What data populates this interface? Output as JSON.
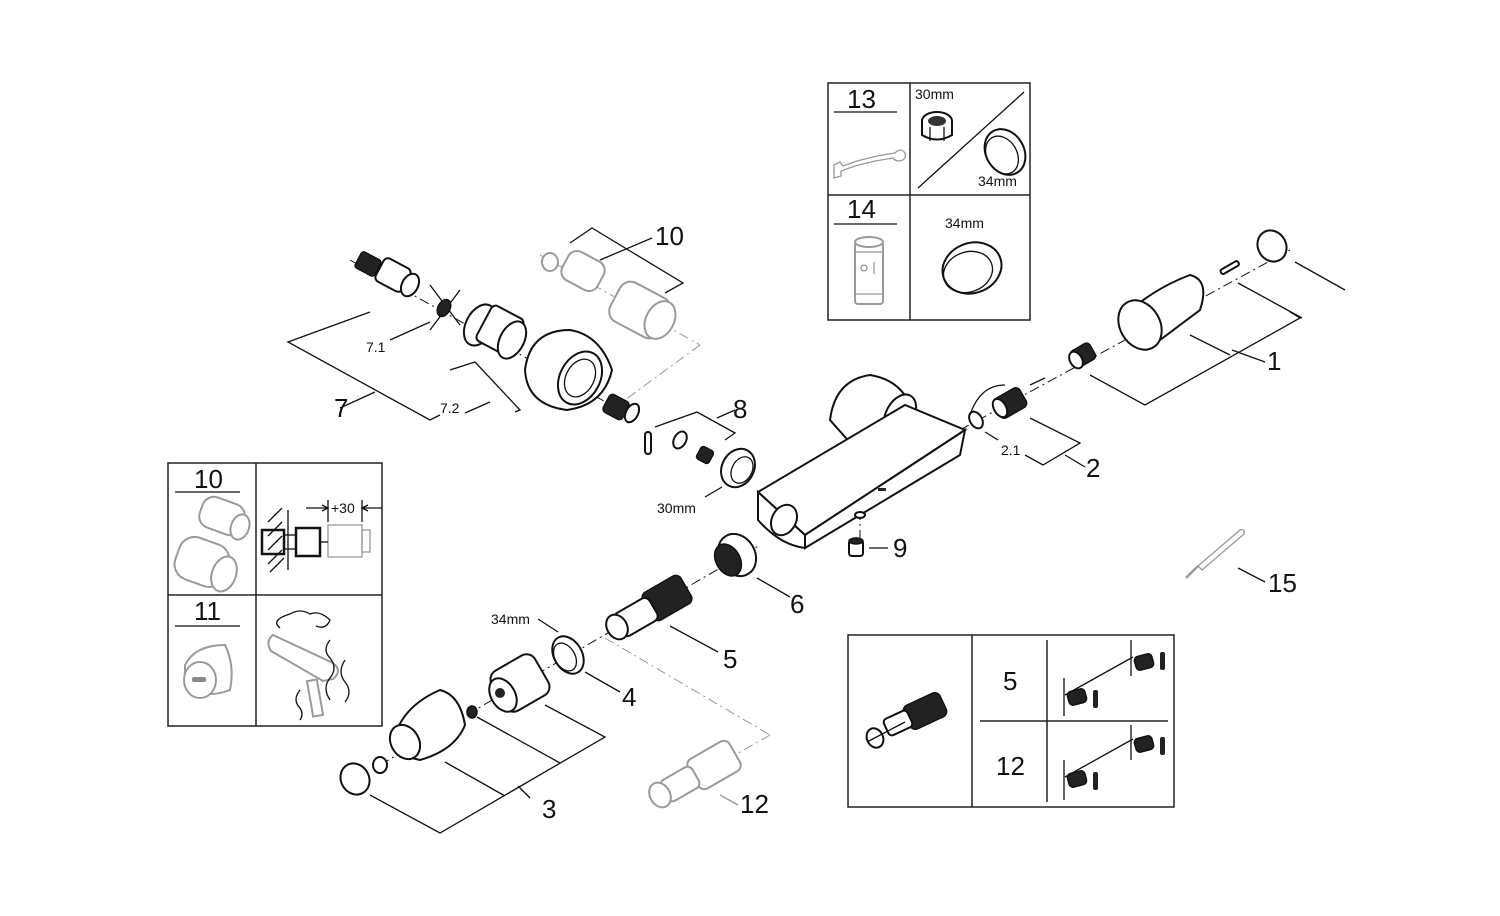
{
  "diagram": {
    "type": "exploded-parts-view",
    "callouts": {
      "p1": "1",
      "p2": "2",
      "p2_1": "2.1",
      "p3": "3",
      "p4": "4",
      "p5": "5",
      "p6": "6",
      "p7": "7",
      "p7_1": "7.1",
      "p7_2": "7.2",
      "p8": "8",
      "p9": "9",
      "p10": "10",
      "p12": "12",
      "p15": "15"
    },
    "dimensions": {
      "nut_30": "30mm",
      "ring_34": "34mm"
    }
  },
  "inset_tools": {
    "row1_number": "13",
    "row1_size_a": "30mm",
    "row1_size_b": "34mm",
    "row2_number": "14",
    "row2_size": "34mm"
  },
  "inset_extensions": {
    "row1_number": "10",
    "extension_label": "+30",
    "row2_number": "11"
  },
  "inset_cartridge": {
    "row1_number": "5",
    "row2_number": "12"
  },
  "colors": {
    "line": "#111111",
    "optional_part": "#999999",
    "background": "#ffffff"
  }
}
